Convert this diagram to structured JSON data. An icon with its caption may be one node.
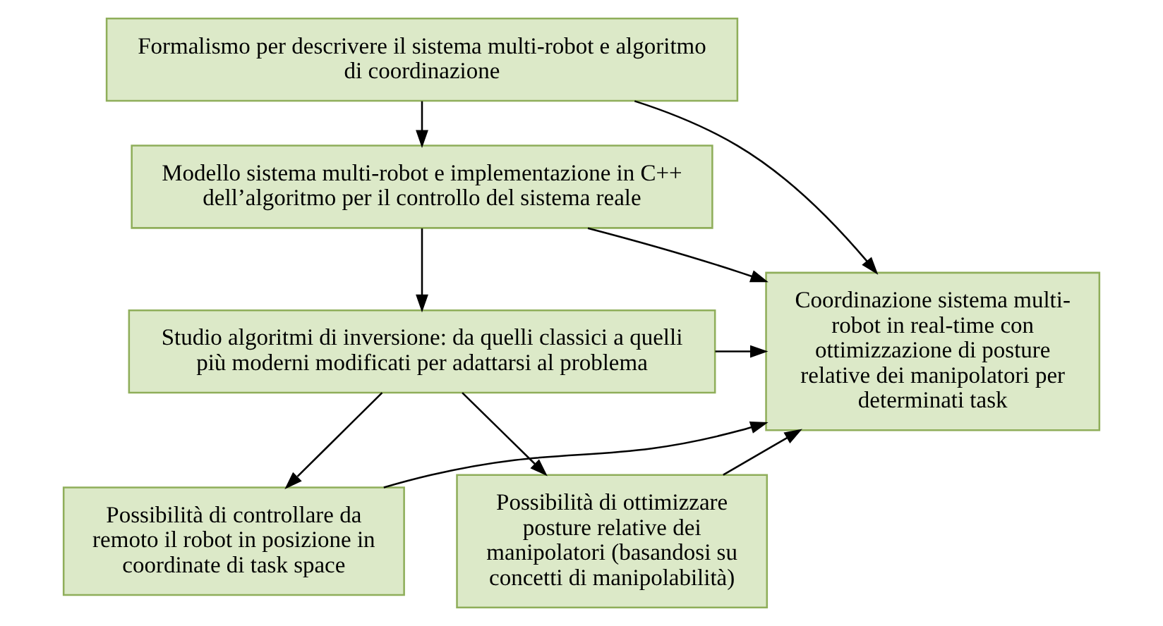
{
  "diagram": {
    "nodes": [
      {
        "text": [
          "Formalismo per descrivere il sistema multi-robot e algoritmo di coordinazione"
        ]
      },
      {
        "text": [
          "Modello sistema multi-robot e implementazione in C++ dell’algoritmo per il controllo del sistema reale"
        ]
      },
      {
        "text": [
          "Studio algoritmi di inversione: da quelli classici a quelli più moderni modificati per adattarsi al problema"
        ]
      },
      {
        "text": [
          "Possibilità di controllare da remoto il robot in posizione in coordinate di task space"
        ]
      },
      {
        "text": [
          "Possibilità di ottimizzare posture relative dei manipolatori (basandosi su concetti di manipolabilità)"
        ]
      },
      {
        "text": [
          "Coordinazione sistema multi-robot in real-time con ottimizzazione di posture relative dei manipolatori per determinati task"
        ]
      }
    ],
    "edges": [
      {
        "from": 0,
        "to": 1,
        "arrow": "to"
      },
      {
        "from": 1,
        "to": 2,
        "arrow": "to"
      },
      {
        "from": 2,
        "to": 3,
        "arrow": "to"
      },
      {
        "from": 2,
        "to": 4,
        "arrow": "to"
      },
      {
        "from": 0,
        "to": 5,
        "arrow": "to"
      },
      {
        "from": 1,
        "to": 5,
        "arrow": "to"
      },
      {
        "from": 2,
        "to": 5,
        "arrow": "to"
      },
      {
        "from": 3,
        "to": 5,
        "arrow": "to"
      },
      {
        "from": 4,
        "to": 5,
        "arrow": "to"
      }
    ]
  }
}
